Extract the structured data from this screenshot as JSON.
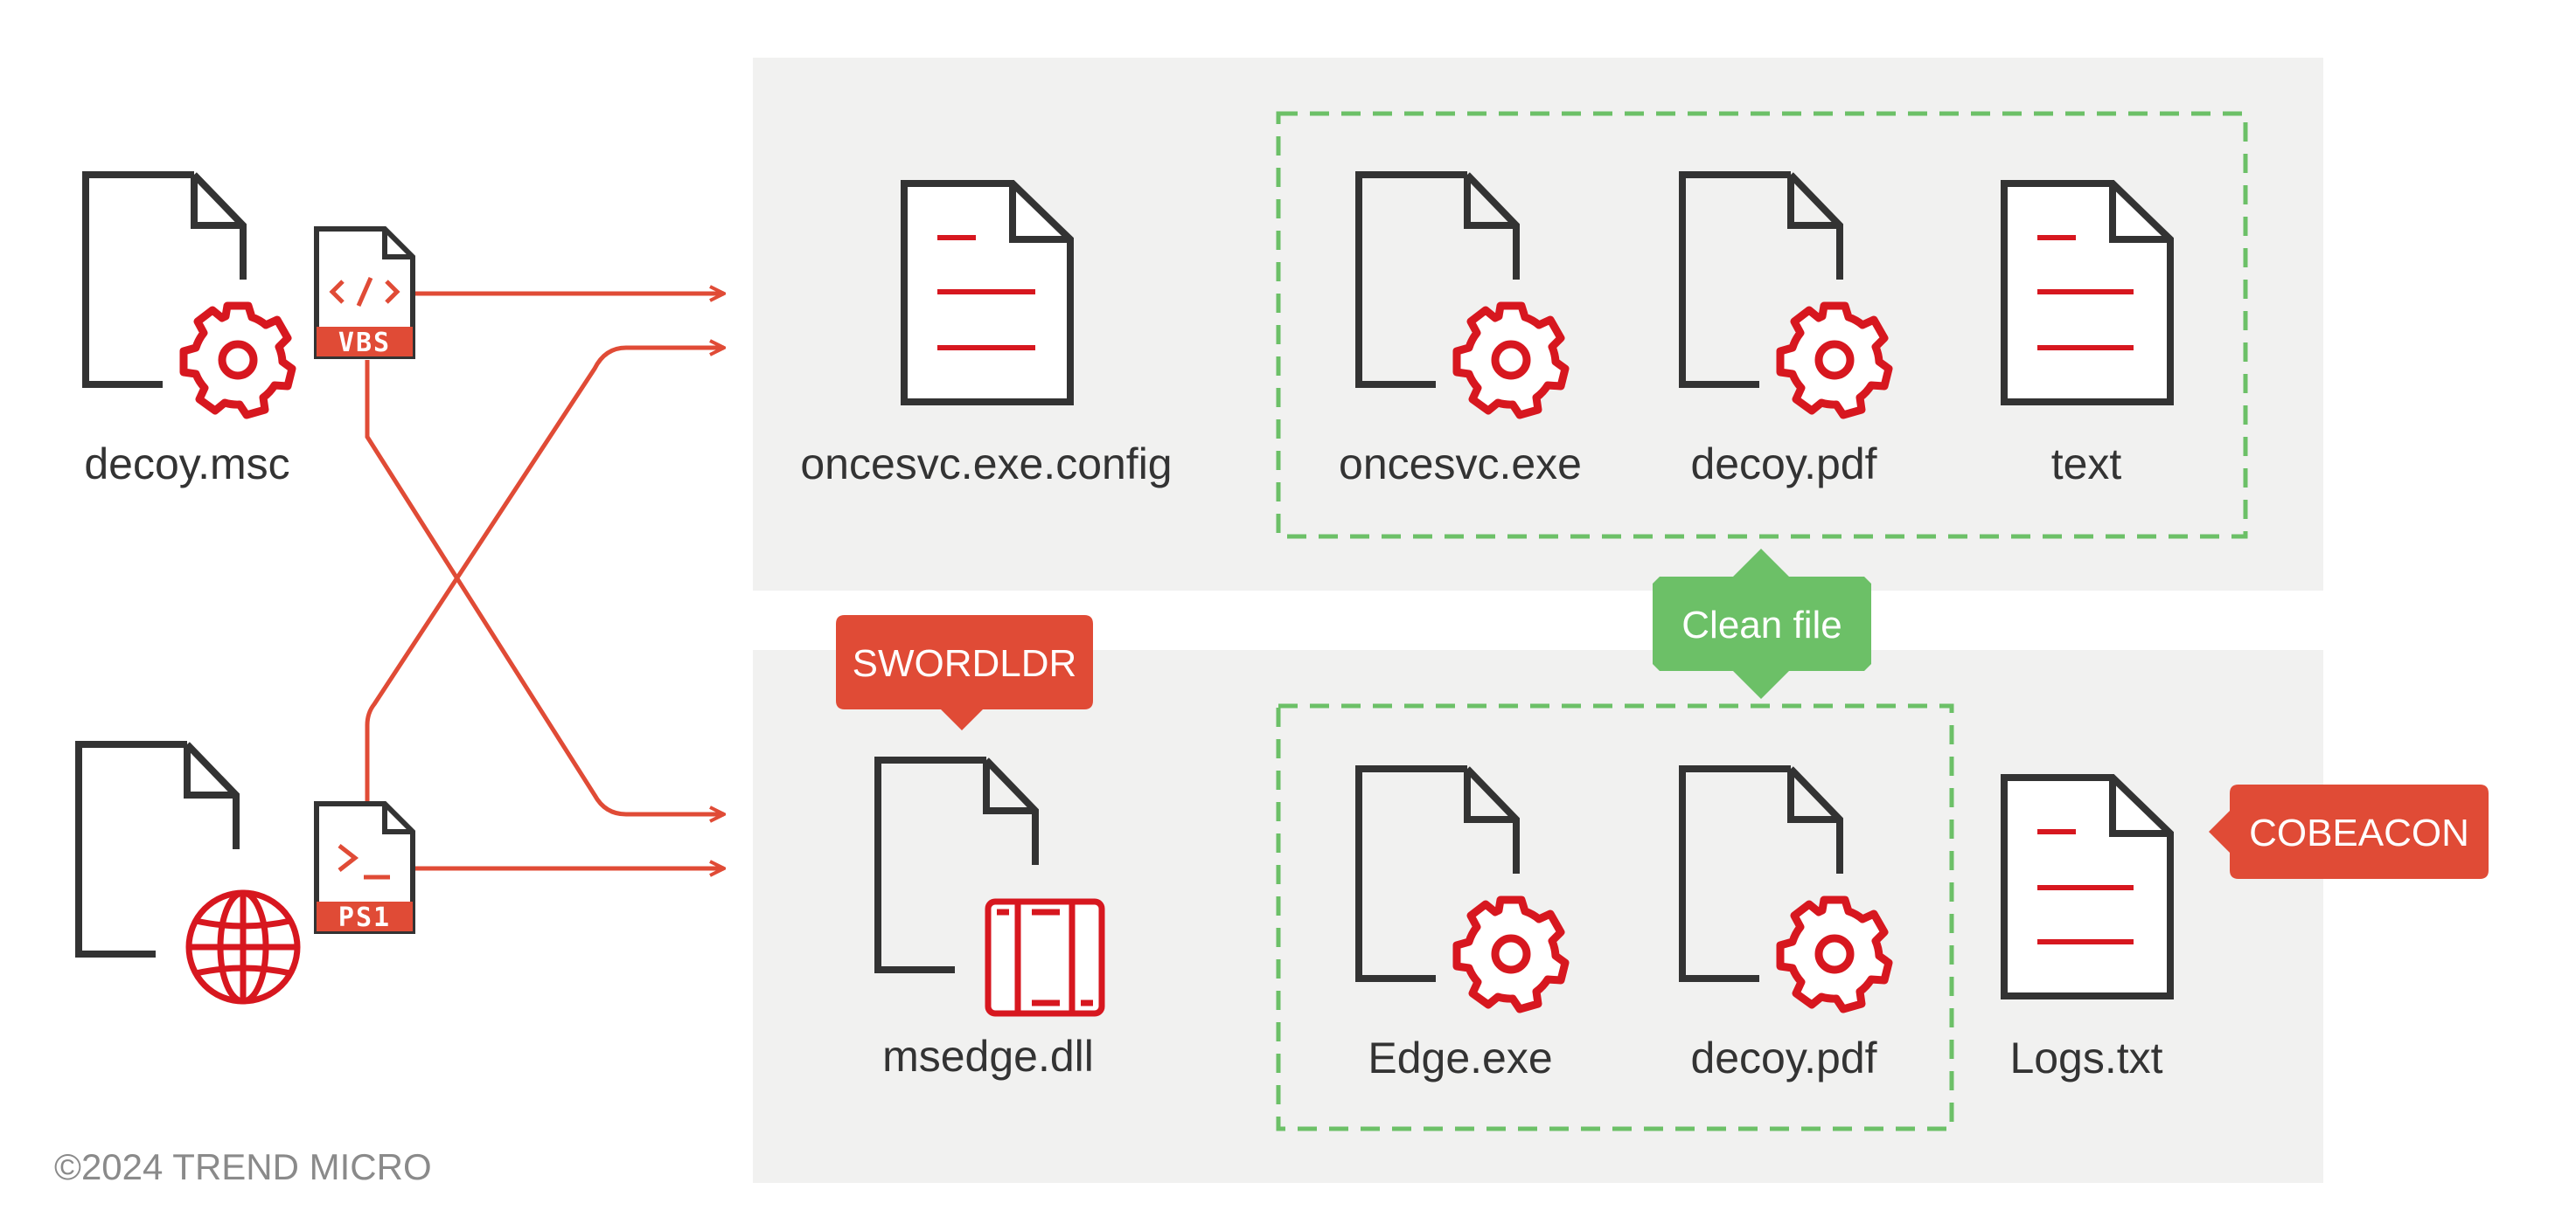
{
  "inputs": {
    "decoy_msc": {
      "label": "decoy.msc",
      "icon": "gear-icon"
    },
    "vbs_script": {
      "badge": "VBS",
      "icon": "code-icon"
    },
    "web_file": {
      "icon": "globe-icon"
    },
    "ps1_script": {
      "badge": "PS1",
      "icon": "terminal-icon"
    }
  },
  "top_panel": {
    "config_file": {
      "label": "oncesvc.exe.config"
    },
    "group_items": [
      {
        "label": "oncesvc.exe",
        "icon": "gear-icon"
      },
      {
        "label": "decoy.pdf",
        "icon": "gear-icon"
      },
      {
        "label": "text",
        "icon": "text-lines-icon"
      }
    ]
  },
  "clean_file_tag": {
    "label": "Clean file"
  },
  "bottom_panel": {
    "swordldr_tag": {
      "label": "SWORDLDR"
    },
    "dll_file": {
      "label": "msedge.dll",
      "icon": "library-icon"
    },
    "group_items": [
      {
        "label": "Edge.exe",
        "icon": "gear-icon"
      },
      {
        "label": "decoy.pdf",
        "icon": "gear-icon"
      }
    ],
    "logs_file": {
      "label": "Logs.txt",
      "icon": "text-lines-icon"
    },
    "cobeacon_tag": {
      "label": "COBEACON"
    }
  },
  "footer": {
    "copyright": "©2024 TREND MICRO"
  },
  "colors": {
    "accent_red": "#d7171f",
    "arrow_red": "#e04b36",
    "tag_red": "#e04b36",
    "clean_green": "#6cc067",
    "dashed_green": "#6cc067",
    "panel_bg": "#f1f1f0",
    "outline_dark": "#333333"
  }
}
